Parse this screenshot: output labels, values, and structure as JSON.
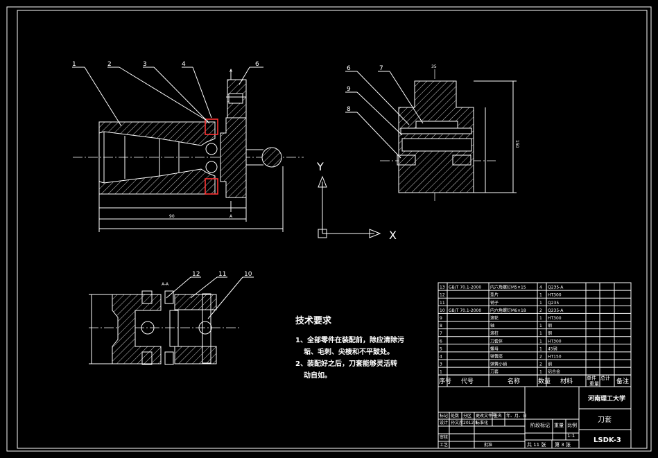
{
  "balloons": {
    "b1": "1",
    "b2": "2",
    "b3": "3",
    "b4": "4",
    "b6": "6",
    "b6b": "6",
    "b7": "7",
    "b9a": "9",
    "b9b": "8",
    "b12": "12",
    "b11": "11",
    "b10": "10"
  },
  "section_marks": {
    "a1": "A",
    "a2": "A",
    "a3": "A-A"
  },
  "axes": {
    "y": "Y",
    "x": "X"
  },
  "tech_req": {
    "title": "技术要求",
    "line1": "1、全部零件在装配前，除应清除污",
    "line2": "垢、毛刺、尖棱和不平鼓处。",
    "line3": "2、装配好之后，刀套能够灵活转",
    "line4": "动自如。"
  },
  "bom": [
    {
      "no": "13",
      "code": "GB/T 70.1-2000",
      "name": "内六角螺钉M5×15",
      "qty": "4",
      "mat": "Q235-A"
    },
    {
      "no": "12",
      "code": "",
      "name": "垫片",
      "qty": "1",
      "mat": "HT300"
    },
    {
      "no": "11",
      "code": "",
      "name": "销子",
      "qty": "1",
      "mat": "Q235"
    },
    {
      "no": "10",
      "code": "GB/T 70.1-2000",
      "name": "内六角螺钉M6×18",
      "qty": "2",
      "mat": "Q235-A"
    },
    {
      "no": "9",
      "code": "",
      "name": "滚轮",
      "qty": "1",
      "mat": "HT300"
    },
    {
      "no": "8",
      "code": "",
      "name": "轴",
      "qty": "1",
      "mat": "钢"
    },
    {
      "no": "7",
      "code": "",
      "name": "滚柱",
      "qty": "1",
      "mat": "钢"
    },
    {
      "no": "6",
      "code": "",
      "name": "刀套体",
      "qty": "1",
      "mat": "HT300"
    },
    {
      "no": "5",
      "code": "",
      "name": "螺母",
      "qty": "1",
      "mat": "45钢"
    },
    {
      "no": "4",
      "code": "",
      "name": "弹簧座",
      "qty": "2",
      "mat": "HT150"
    },
    {
      "no": "3",
      "code": "",
      "name": "弹簧小销",
      "qty": "2",
      "mat": "钢"
    },
    {
      "no": "1",
      "code": "",
      "name": "刀套",
      "qty": "1",
      "mat": "铝合金"
    }
  ],
  "bom_header": {
    "no": "序号",
    "code": "代号",
    "name": "名称",
    "qty": "数量",
    "mat": "材料",
    "unit_w": "单件",
    "total_w": "总计",
    "weight": "重量",
    "remark": "备注"
  },
  "title_block": {
    "school": "河南理工大学",
    "part_name": "刀套",
    "drawing_no": "LSDK-3",
    "scale": "1:1",
    "row1": [
      "标记",
      "处数",
      "分区",
      "更改文件号",
      "签名",
      "年、月、日"
    ],
    "row2": [
      "设计",
      "孙文彦",
      "2012.5",
      "标准化"
    ],
    "row3": [
      "审核"
    ],
    "row4": [
      "工艺",
      "",
      "批准"
    ],
    "stage_label": "阶段标记",
    "weight_label": "重量",
    "scale_label": "比例",
    "sheets": "共 11 张",
    "sheet": "第 3 张"
  },
  "dims": {
    "d_left_len": "90",
    "d_height": "150",
    "d_top": "35"
  }
}
